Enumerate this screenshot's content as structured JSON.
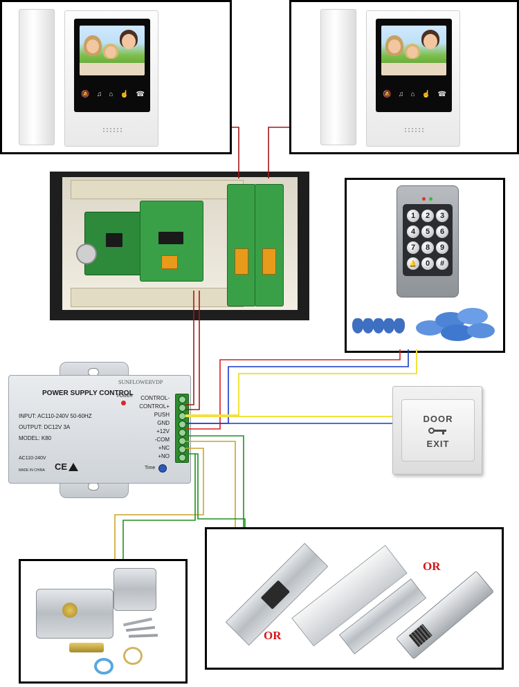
{
  "power_supply": {
    "brand": "SUNFLOWERVDP",
    "title": "POWER SUPPLY CONTROL",
    "power_indicator": "POWER",
    "input_spec": "INPUT: AC110-240V  50-60HZ",
    "output_spec": "OUTPUT: DC12V  3A",
    "model": "MODEL: K80",
    "ac_label": "AC110-240V",
    "ce_mark": "CE",
    "made_in": "MADE IN CHINA",
    "time_label": "Time",
    "terminals": [
      "CONTROL-",
      "CONTROL+",
      "PUSH",
      "GND",
      "+12V",
      "-COM",
      "+NC",
      "+NO"
    ]
  },
  "exit_button": {
    "line1": "DOOR",
    "line2": "EXIT"
  },
  "keypad": {
    "keys": [
      "1",
      "2",
      "3",
      "4",
      "5",
      "6",
      "7",
      "8",
      "9",
      "🔔",
      "0",
      "#"
    ]
  },
  "lock_options": {
    "or_label_1": "OR",
    "or_label_2": "OR"
  },
  "wire_colors": {
    "red": "#e11b1b",
    "blue": "#1438c8",
    "yellow": "#f2e23a",
    "green": "#1f8f1f",
    "olive": "#c9a32a",
    "dark_red": "#a31616"
  }
}
